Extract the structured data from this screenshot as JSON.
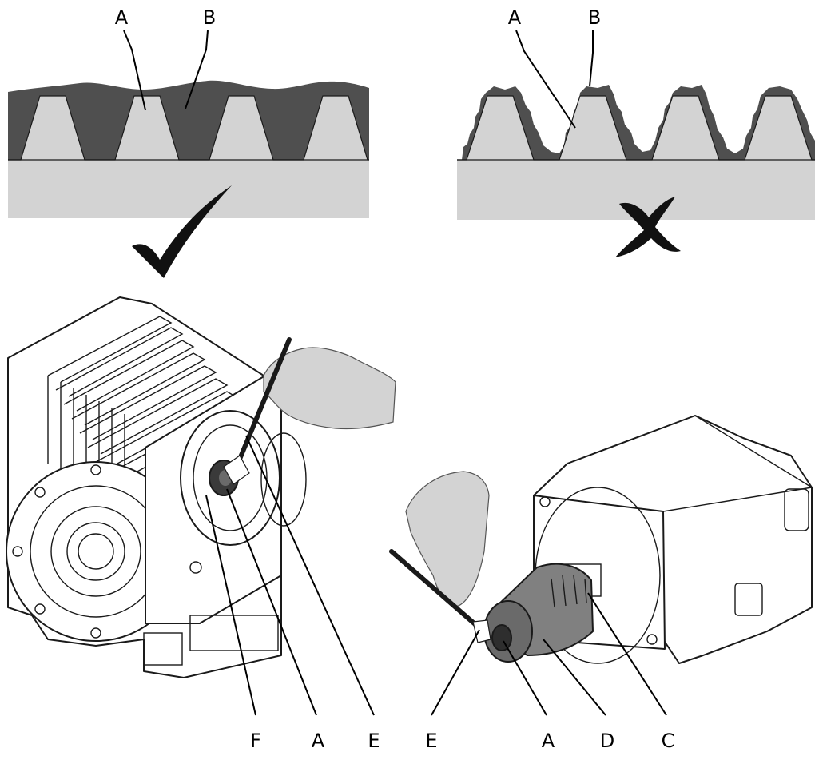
{
  "callouts": {
    "top_left_a": "A",
    "top_left_b": "B",
    "top_right_a": "A",
    "top_right_b": "B",
    "bottom_f": "F",
    "bottom_a1": "A",
    "bottom_e1": "E",
    "bottom_e2": "E",
    "bottom_a2": "A",
    "bottom_d": "D",
    "bottom_c": "C"
  },
  "colors": {
    "grease": "#4f4f4f",
    "metal_light": "#d3d3d3",
    "coupling": "#808080",
    "outline": "#1a1a1a",
    "check_mark": "#111111",
    "cross_mark": "#111111"
  },
  "marks": {
    "correct": "check-mark-icon",
    "incorrect": "cross-mark-icon"
  }
}
